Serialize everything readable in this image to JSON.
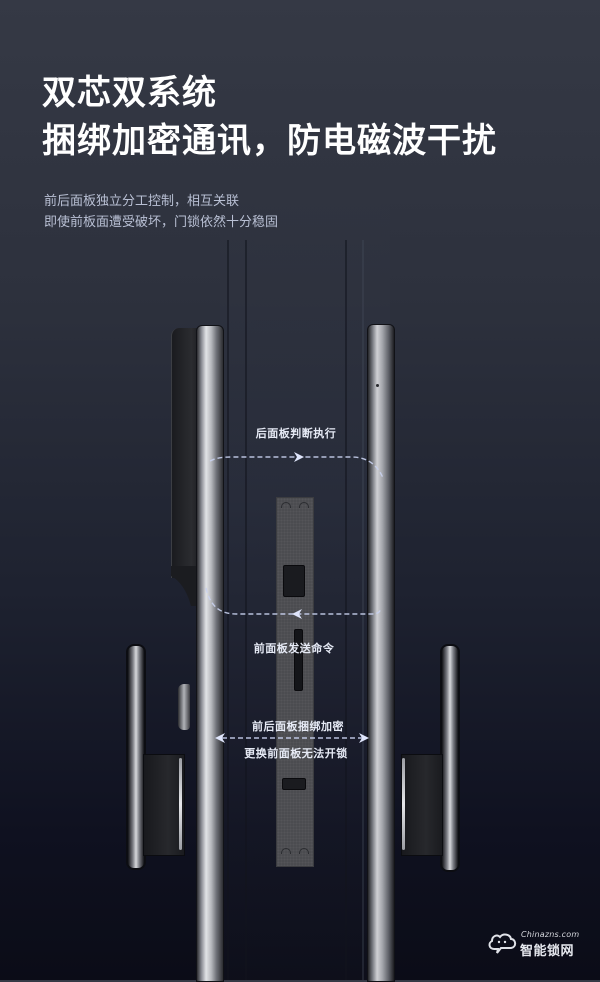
{
  "headline": {
    "line1": "双芯双系统",
    "line2": "捆绑加密通讯，防电磁波干扰"
  },
  "description": {
    "line1": "前后面板独立分工控制，相互关联",
    "line2": "即使前板面遭受破坏，门锁依然十分稳固"
  },
  "diagram": {
    "back_panel_label": "后面板判断执行",
    "front_panel_label": "前面板发送命令",
    "binding_label_top": "前后面板捆绑加密",
    "binding_label_bottom": "更换前面板无法开锁",
    "icons": {
      "top_arrow": "arrow-right-icon",
      "middle_arrow": "arrow-left-icon",
      "bottom_arrow": "arrow-bidirectional-icon"
    },
    "colors": {
      "flow_line": "#c9d2f0",
      "label_text": "#e6eaf5"
    }
  },
  "watermark": {
    "domain": "Chinazns.com",
    "name": "智能锁网",
    "icon": "cloud-face-icon"
  },
  "colors": {
    "background_top": "#353945",
    "background_bottom": "#0b0c17",
    "title": "#ffffff",
    "subtitle": "#b9c0d4"
  }
}
